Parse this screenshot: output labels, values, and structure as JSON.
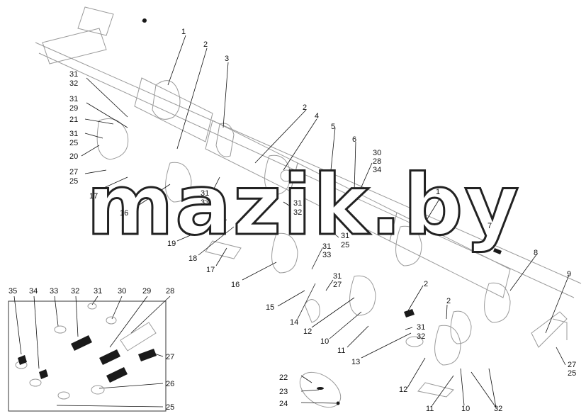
{
  "watermark": "mazik.by",
  "colors": {
    "line": "#9a9a9a",
    "label": "#111111",
    "dark": "#1a1a1a"
  },
  "callouts": [
    {
      "id": "c1",
      "text": "1"
    },
    {
      "id": "c2",
      "text": "2"
    },
    {
      "id": "c3",
      "text": "3"
    },
    {
      "id": "c31a",
      "text": "31"
    },
    {
      "id": "c32a",
      "text": "32"
    },
    {
      "id": "c31b",
      "text": "31"
    },
    {
      "id": "c29a",
      "text": "29"
    },
    {
      "id": "c21",
      "text": "21"
    },
    {
      "id": "c31c",
      "text": "31"
    },
    {
      "id": "c25a",
      "text": "25"
    },
    {
      "id": "c20",
      "text": "20"
    },
    {
      "id": "c27a",
      "text": "27"
    },
    {
      "id": "c25b",
      "text": "25"
    },
    {
      "id": "c17a",
      "text": "17"
    },
    {
      "id": "c16a",
      "text": "16"
    },
    {
      "id": "c31d",
      "text": "31"
    },
    {
      "id": "c33a",
      "text": "33"
    },
    {
      "id": "c19",
      "text": "19"
    },
    {
      "id": "c18",
      "text": "18"
    },
    {
      "id": "c17b",
      "text": "17"
    },
    {
      "id": "c2b",
      "text": "2"
    },
    {
      "id": "c4",
      "text": "4"
    },
    {
      "id": "c5",
      "text": "5"
    },
    {
      "id": "c6",
      "text": "6"
    },
    {
      "id": "c30a",
      "text": "30"
    },
    {
      "id": "c28a",
      "text": "28"
    },
    {
      "id": "c34a",
      "text": "34"
    },
    {
      "id": "c31e",
      "text": "31"
    },
    {
      "id": "c32b",
      "text": "32"
    },
    {
      "id": "c31f",
      "text": "31"
    },
    {
      "id": "c25c",
      "text": "25"
    },
    {
      "id": "c16b",
      "text": "16"
    },
    {
      "id": "c31g",
      "text": "31"
    },
    {
      "id": "c33b",
      "text": "33"
    },
    {
      "id": "c31h",
      "text": "31"
    },
    {
      "id": "c27b",
      "text": "27"
    },
    {
      "id": "c15",
      "text": "15"
    },
    {
      "id": "c14",
      "text": "14"
    },
    {
      "id": "c12a",
      "text": "12"
    },
    {
      "id": "c10a",
      "text": "10"
    },
    {
      "id": "c11a",
      "text": "11"
    },
    {
      "id": "c13",
      "text": "13"
    },
    {
      "id": "c31i",
      "text": "31"
    },
    {
      "id": "c32c",
      "text": "32"
    },
    {
      "id": "c2c",
      "text": "2"
    },
    {
      "id": "c2d",
      "text": "2"
    },
    {
      "id": "c1b",
      "text": "1"
    },
    {
      "id": "c7",
      "text": "7"
    },
    {
      "id": "c8",
      "text": "8"
    },
    {
      "id": "c9",
      "text": "9"
    },
    {
      "id": "c27c",
      "text": "27"
    },
    {
      "id": "c25d",
      "text": "25"
    },
    {
      "id": "c12b",
      "text": "12"
    },
    {
      "id": "c22",
      "text": "22"
    },
    {
      "id": "c23",
      "text": "23"
    },
    {
      "id": "c24",
      "text": "24"
    },
    {
      "id": "c11b",
      "text": "11"
    },
    {
      "id": "c10b",
      "text": "10"
    },
    {
      "id": "c32d",
      "text": "32"
    }
  ],
  "legend_box": {
    "numbers": [
      "35",
      "34",
      "33",
      "32",
      "31",
      "30",
      "29",
      "28",
      "27",
      "26",
      "25"
    ]
  }
}
